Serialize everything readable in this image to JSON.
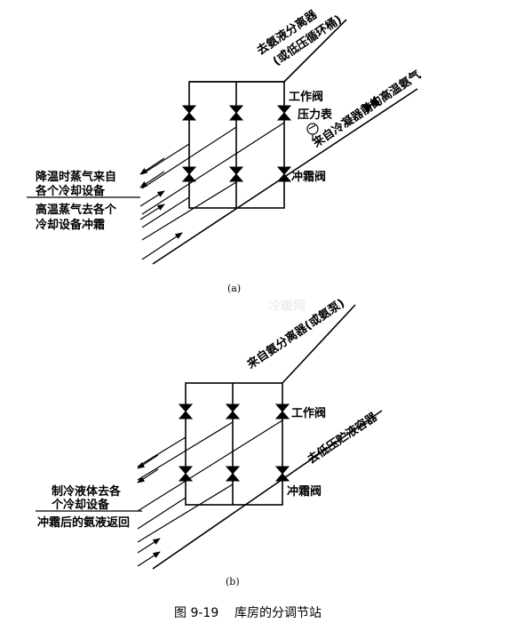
{
  "figure": {
    "caption": "图 9-19    库房的分调节站"
  },
  "diagram_a": {
    "sublabel": "(a)",
    "label_top_line1": "去氨液分离器",
    "label_top_line2": "(或低压循环桶)",
    "label_work_valve": "工作阀",
    "label_pressure_gauge": "压力表",
    "label_hot_gas": "来自冷凝器前的高温氨气",
    "label_defrost_valve": "冲霜阀",
    "label_left_top_1": "降温时蒸气来自",
    "label_left_top_2": "各个冷却设备",
    "label_left_bottom_1": "高温蒸气去各个",
    "label_left_bottom_2": "冷却设备冲霜"
  },
  "diagram_b": {
    "sublabel": "(b)",
    "label_top": "来自氨分离器(或氨泵)",
    "label_work_valve": "工作阀",
    "label_low_pressure": "去低压贮液容器",
    "label_defrost_valve": "冲霜阀",
    "label_left_top_1": "制冷液体去各",
    "label_left_top_2": "个冷却设备",
    "label_left_bottom": "冲霜后的氨液返回"
  },
  "watermark": "冷暖网"
}
